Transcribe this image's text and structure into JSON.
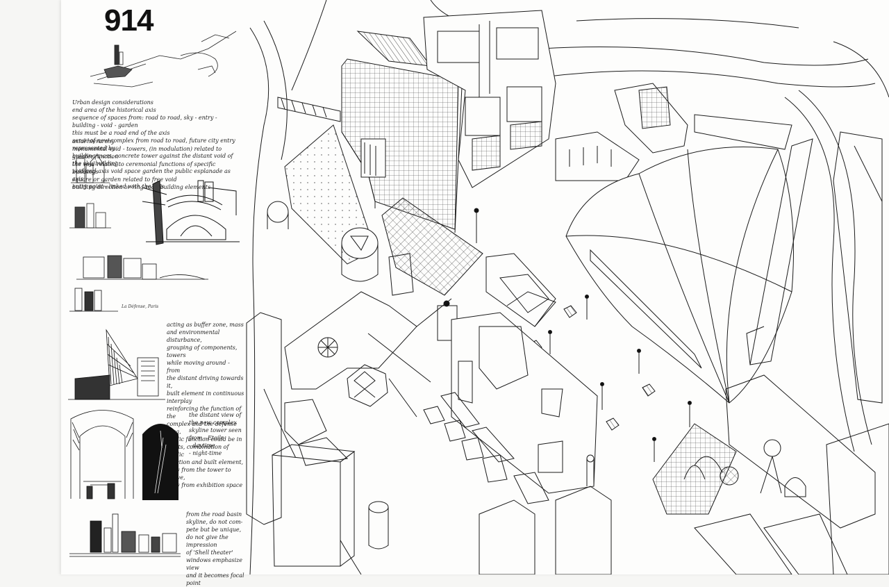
{
  "sheet": {
    "number": "914",
    "background": "#fdfdfc",
    "ink": "#1a1a1a"
  },
  "notes": {
    "design_considerations": "Urban design considerations\nend area of the historical axis\nsequence of spaces from: road to road, sky - entry - building - void - garden\nthis must be a road end of the axis\nsense of new complex from road to road, future city entry represented by\nbuilding mass, concrete tower against the distant void of the sky, building\nvoid and axis void space garden the public esplanade as axis\nentry point - linked with the axis",
    "axial_hierarchy": "axial hierarchy\nmonumental void - towers, (in modulation) related to greater function\nthe void related to ceremonial functions of specific\nbuildings\nsquare or garden related to free void\nbuilding direction or ring road building elements",
    "buffer_zone": "acting as buffer zone, mass\nand environmental disturbance,\ngrouping of components, towers\nwhile moving around - from\nthe distant driving towards it,\nbuilt element in continuous interplay\nreinforcing the function of the\ncomplex and the defense area,\npublic function could be in\nmasts, combination of public\nfunction and built element,\nview from the tower to above,\nview from exhibition space",
    "distant_view": "the distant view of\nthe new complex\nskyline tower seen\nfrom - Etoile\n- daytime\n- night-time",
    "skyline": "from the road basin\nskyline, do not com-\npete but be unique,\ndo not give the impression\nof 'Shell theater'\nwindows emphasize view\nand it becomes focal\npoint"
  },
  "captions": {
    "sketch_3": "La Défense, Paris"
  }
}
